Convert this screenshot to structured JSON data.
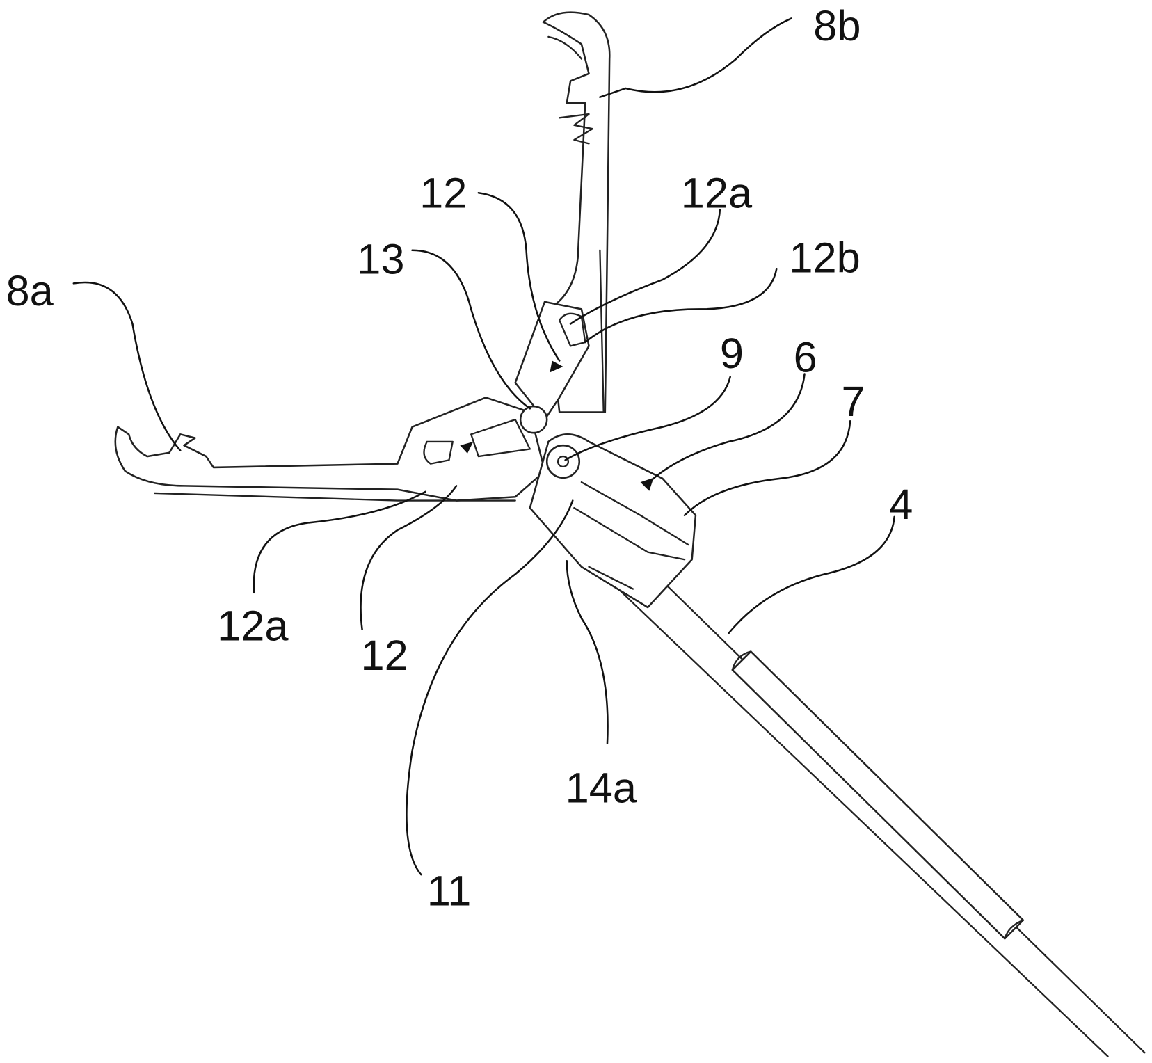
{
  "labels": {
    "l8b": "8b",
    "l12_top": "12",
    "l12a_top": "12a",
    "l13": "13",
    "l12b": "12b",
    "l8a": "8a",
    "l9": "9",
    "l6": "6",
    "l7": "7",
    "l4": "4",
    "l12a_bottom": "12a",
    "l12_bottom": "12",
    "l14a": "14a",
    "l11": "11"
  }
}
